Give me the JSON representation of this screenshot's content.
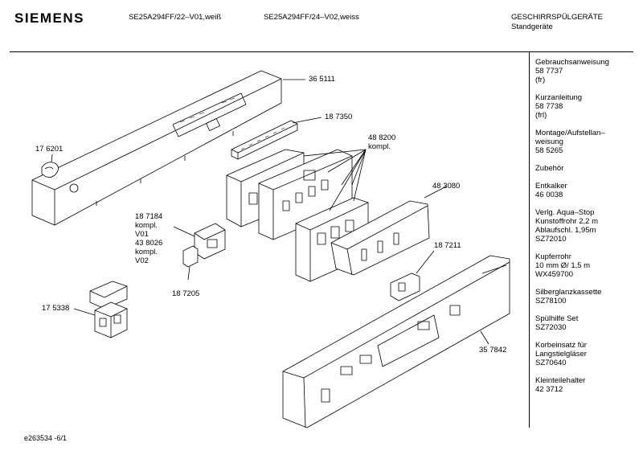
{
  "header": {
    "brand": "SIEMENS",
    "model_1": "SE25A294FF/22–V01,weiß",
    "model_2": "SE25A294FF/24–V02,weiss",
    "category_line_1": "GESCHIRRSPÜLGERÄTE",
    "category_line_2": "Standgeräte"
  },
  "sidebar": [
    {
      "lines": [
        "Gebrauchsanweisung",
        "58 7737",
        "(fr)"
      ]
    },
    {
      "lines": [
        "Kurzanleitung",
        "58 7738",
        "(frl)"
      ]
    },
    {
      "lines": [
        "Montage/Aufstellan–",
        "weisung",
        "58 5265"
      ]
    },
    {
      "lines": [
        "Zubehör"
      ]
    },
    {
      "lines": [
        "Entkalker",
        "46 0038"
      ]
    },
    {
      "lines": [
        "Verlg. Aqua–Stop",
        "Kunstoffrohr 2,2 m",
        "Ablaufschl. 1,95m",
        "SZ72010"
      ]
    },
    {
      "lines": [
        "Kupferrohr",
        "10 mm Ø/ 1,5 m",
        "WX459700"
      ]
    },
    {
      "lines": [
        "Silberglanzkassette",
        "SZ78100"
      ]
    },
    {
      "lines": [
        "Spülhilfe Set",
        "SZ72030"
      ]
    },
    {
      "lines": [
        "Korbeinsatz für",
        "Langstielgläser",
        "SZ70640"
      ]
    },
    {
      "lines": [
        "Kleinteilehalter",
        "42 3712"
      ]
    }
  ],
  "parts": {
    "p365111": "36 5111",
    "p187350": "18 7350",
    "p488200": "48 8200",
    "p488200_note": "kompl.",
    "p176201": "17 6201",
    "p187184": "18 7184",
    "p187184_note": "kompl.",
    "p187184_variant": "V01",
    "p438026": "43 8026",
    "p438026_note": "kompl.",
    "p438026_variant": "V02",
    "p483080": "48 3080",
    "p187211": "18 7211",
    "p187205": "18 7205",
    "p175338": "17 5338",
    "p357842": "35 7842"
  },
  "footer": {
    "drawing_id": "e263534 -6/1"
  }
}
